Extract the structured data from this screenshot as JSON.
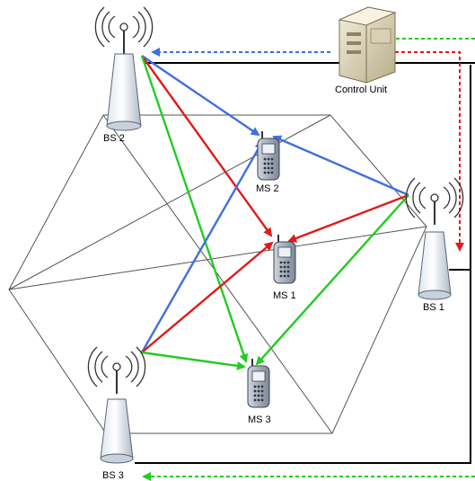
{
  "labels": {
    "bs1": "BS 1",
    "bs2": "BS 2",
    "bs3": "BS 3",
    "ms1": "MS 1",
    "ms2": "MS 2",
    "ms3": "MS 3",
    "control_unit": "Control Unit"
  },
  "colors": {
    "blue": "#3f6fe0",
    "red": "#e01a1a",
    "green": "#22cc22",
    "hex_lines": "#555555",
    "backhaul": "#000000"
  }
}
